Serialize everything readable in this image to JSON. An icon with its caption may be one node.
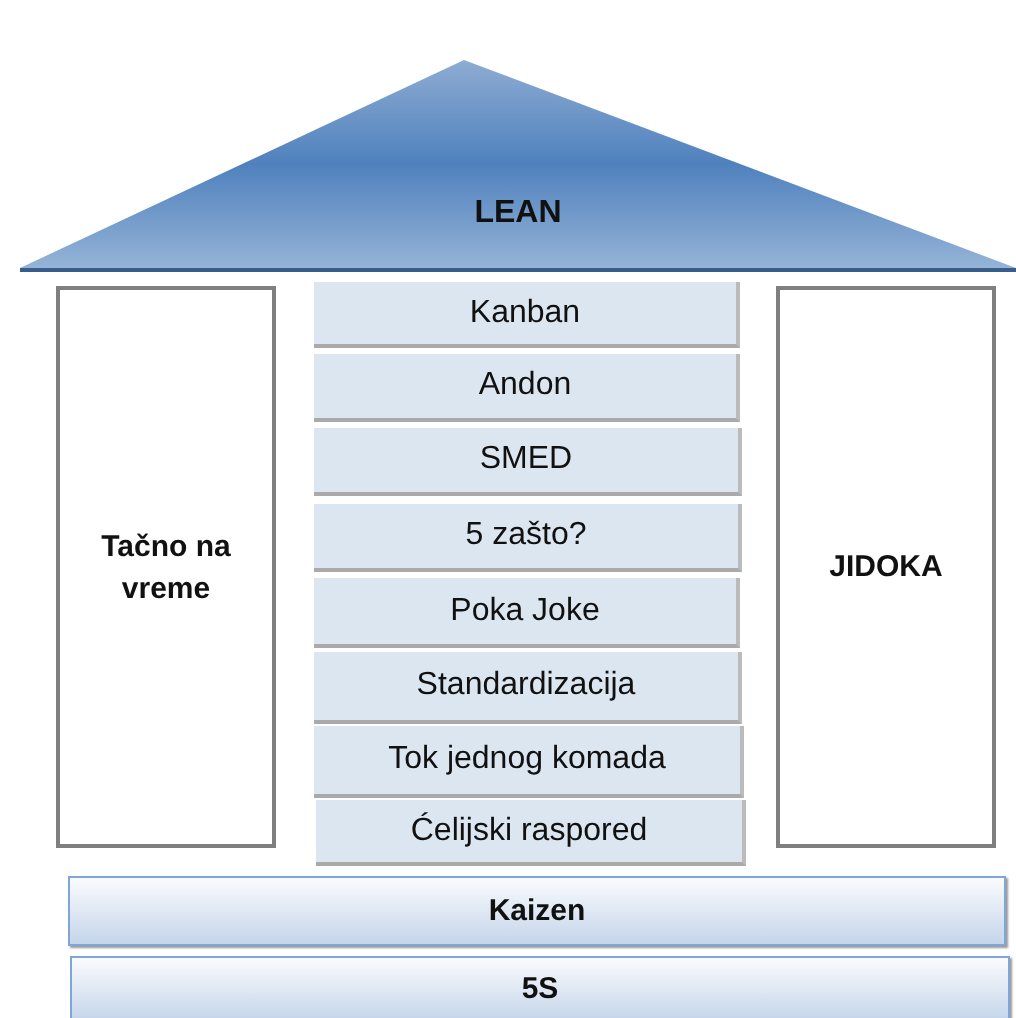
{
  "diagram": {
    "nodes": [
      {
        "text": [
          "LEAN"
        ]
      },
      {
        "text": [
          "Tačno na vreme"
        ]
      },
      {
        "text": [
          "Kanban"
        ]
      },
      {
        "text": [
          "Andon"
        ]
      },
      {
        "text": [
          "SMED"
        ]
      },
      {
        "text": [
          "5 zašto?"
        ]
      },
      {
        "text": [
          "Poka Joke"
        ]
      },
      {
        "text": [
          "Standardizacija"
        ]
      },
      {
        "text": [
          "Tok jednog komada"
        ]
      },
      {
        "text": [
          "Ćelijski raspored"
        ]
      },
      {
        "text": [
          "JIDOKA"
        ]
      },
      {
        "text": [
          "Kaizen"
        ]
      },
      {
        "text": [
          "5S"
        ]
      }
    ]
  }
}
